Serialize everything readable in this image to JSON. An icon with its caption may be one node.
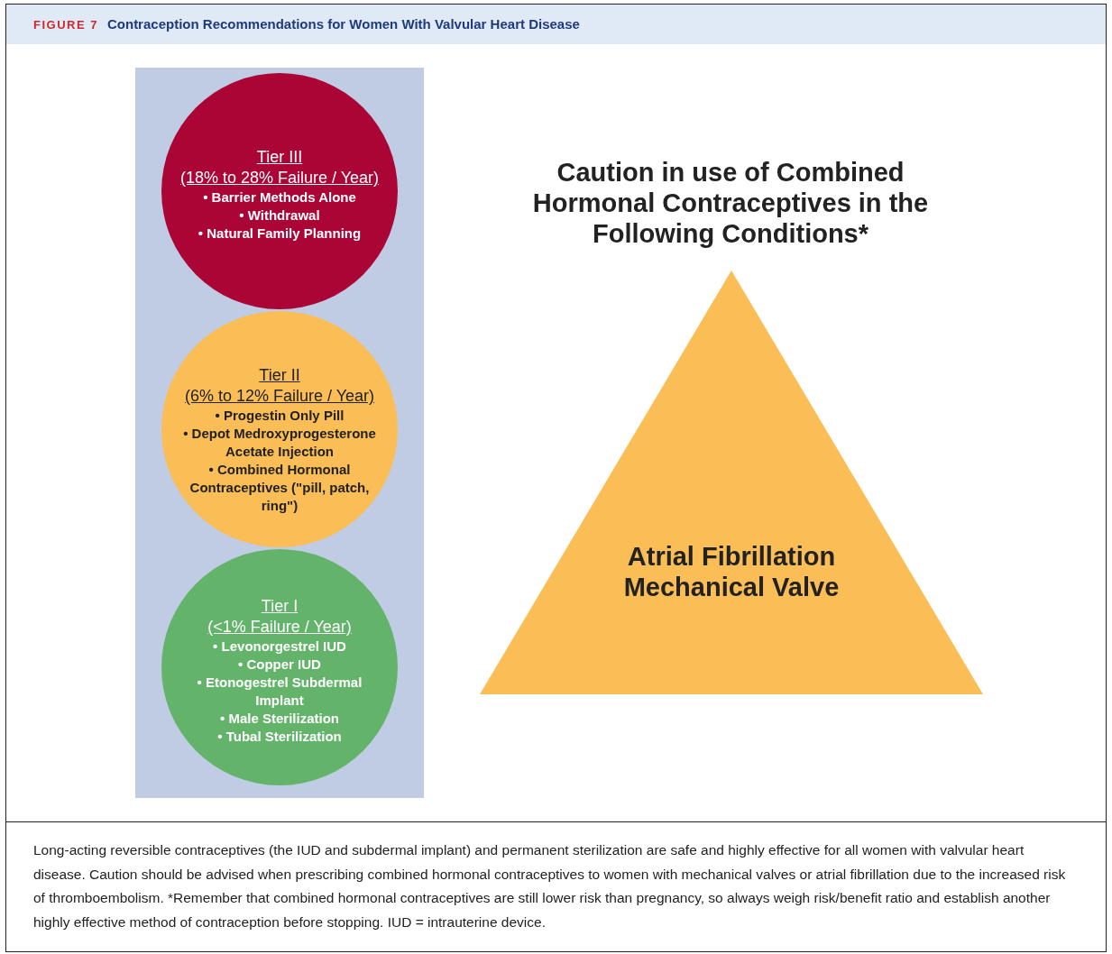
{
  "diagram": {
    "title": "Contraception Recommendations for Women With Valvular Heart Disease",
    "caption": "Long-acting reversible contraceptives (the IUD and subdermal implant) and permanent sterilization are safe and highly effective for all women with valvular heart disease. Caution should be advised when prescribing combined hormonal contraceptives to women with mechanical valves or atrial fibrillation due to the increased risk of thromboembolism. *Remember that combined hormonal contraceptives are still lower risk than pregnancy, so always weigh risk/benefit ratio and establish another highly effective method of contraception before stopping. IUD = intrauterine device.",
    "nodes": [
      {
        "text": [],
        "shape": "box"
      },
      {
        "text": [
          "Tier III",
          "(18% to 28% Failure / Year)",
          "• Barrier Methods Alone",
          "• Withdrawal",
          "• Natural Family Planning"
        ],
        "in": 0
      },
      {
        "text": [
          "Tier II",
          "(6% to 12% Failure / Year)",
          "• Progestin Only Pill",
          "• Depot Medroxyprogesterone Acetate Injection",
          "• Combined Hormonal Contraceptives (\"pill, patch, ring\")"
        ],
        "in": 0
      },
      {
        "text": [
          "Tier I",
          "(<1% Failure / Year)",
          "• Levonorgestrel IUD",
          "• Copper IUD",
          "• Etonogestrel Subdermal Implant",
          "• Male Sterilization",
          "• Tubal Sterilization"
        ],
        "in": 0
      },
      {
        "text": [
          "Atrial Fibrillation",
          "Mechanical Valve"
        ]
      }
    ],
    "labels": [
      "FIGURE 7",
      "Caution in use of Combined Hormonal Contraceptives in the Following Conditions*"
    ]
  }
}
